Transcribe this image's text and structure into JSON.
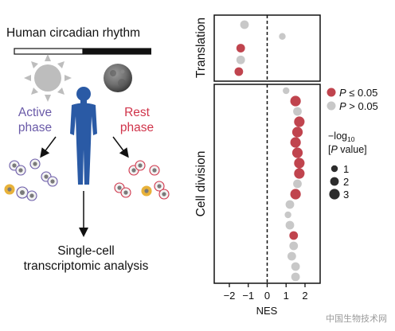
{
  "left": {
    "title": "Human circadian rhythm",
    "active_label_line1": "Active",
    "active_label_line2": "phase",
    "rest_label_line1": "Rest",
    "rest_label_line2": "phase",
    "output_line1": "Single-cell",
    "output_line2": "transcriptomic analysis"
  },
  "colors": {
    "active": "#6a5aa8",
    "rest": "#d0344a",
    "sig": "#c0444e",
    "nonsig": "#c8c8c8",
    "body": "#2a5aa5",
    "sun": "#bdbdbd"
  },
  "chart_data": {
    "type": "scatter",
    "xlabel": "NES",
    "x_ticks": [
      "−2",
      "−1",
      "0",
      "1",
      "2"
    ],
    "xlim": [
      -2.8,
      2.8
    ],
    "panels": [
      {
        "name": "Translation",
        "points": [
          {
            "nes": -1.2,
            "p_sig": false,
            "size": 2
          },
          {
            "nes": 0.8,
            "p_sig": false,
            "size": 1
          },
          {
            "nes": -1.4,
            "p_sig": true,
            "size": 2
          },
          {
            "nes": -1.4,
            "p_sig": false,
            "size": 2
          },
          {
            "nes": -1.5,
            "p_sig": true,
            "size": 2
          }
        ]
      },
      {
        "name": "Cell division",
        "points": [
          {
            "nes": 1.0,
            "p_sig": false,
            "size": 1
          },
          {
            "nes": 1.5,
            "p_sig": true,
            "size": 3
          },
          {
            "nes": 1.6,
            "p_sig": false,
            "size": 2
          },
          {
            "nes": 1.7,
            "p_sig": true,
            "size": 3
          },
          {
            "nes": 1.6,
            "p_sig": true,
            "size": 3
          },
          {
            "nes": 1.5,
            "p_sig": true,
            "size": 3
          },
          {
            "nes": 1.6,
            "p_sig": true,
            "size": 3
          },
          {
            "nes": 1.7,
            "p_sig": true,
            "size": 3
          },
          {
            "nes": 1.7,
            "p_sig": true,
            "size": 3
          },
          {
            "nes": 1.6,
            "p_sig": false,
            "size": 2
          },
          {
            "nes": 1.5,
            "p_sig": true,
            "size": 3
          },
          {
            "nes": 1.2,
            "p_sig": false,
            "size": 2
          },
          {
            "nes": 1.1,
            "p_sig": false,
            "size": 1
          },
          {
            "nes": 1.2,
            "p_sig": false,
            "size": 2
          },
          {
            "nes": 1.4,
            "p_sig": true,
            "size": 2
          },
          {
            "nes": 1.4,
            "p_sig": false,
            "size": 2
          },
          {
            "nes": 1.3,
            "p_sig": false,
            "size": 2
          },
          {
            "nes": 1.5,
            "p_sig": false,
            "size": 2
          },
          {
            "nes": 1.5,
            "p_sig": false,
            "size": 2
          }
        ]
      }
    ],
    "legend": {
      "p_sig_prefix": "P",
      "p_sig_label": " ≤ 0.05",
      "p_nonsig_prefix": "P",
      "p_nonsig_label": " > 0.05",
      "size_title_line1": "−log",
      "size_title_sub": "10",
      "size_title_line2": "[P value]",
      "size_title_p": "P",
      "size_values": [
        "1",
        "2",
        "3"
      ]
    }
  },
  "watermark": "中国生物技术网"
}
